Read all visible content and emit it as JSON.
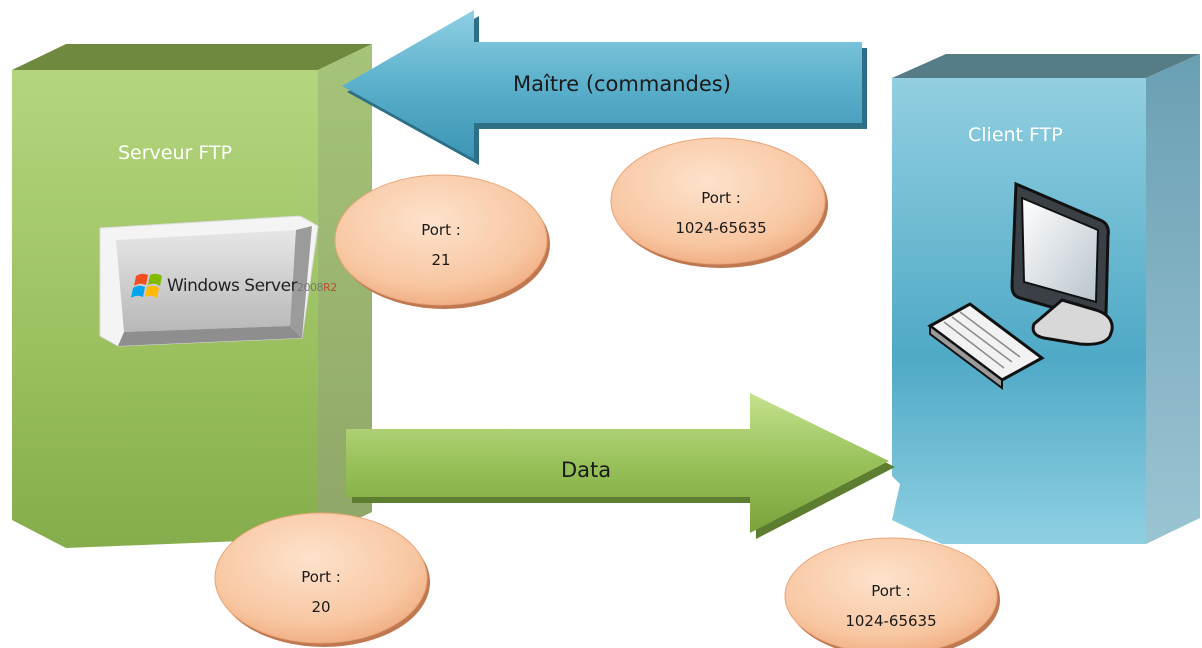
{
  "server": {
    "title": "Serveur FTP",
    "product": {
      "name": "Windows Server",
      "version": "2008",
      "edition": "R2"
    },
    "color": "#9dc263"
  },
  "client": {
    "title": "Client FTP",
    "color": "#6fb8cf"
  },
  "arrows": {
    "command": {
      "label": "Maître (commandes)",
      "color": "#5aa8bf"
    },
    "data": {
      "label": "Data",
      "color": "#8cb54a"
    }
  },
  "ports": {
    "server_command": {
      "label": "Port :",
      "value": "21"
    },
    "client_command": {
      "label": "Port :",
      "value": "1024-65635"
    },
    "server_data": {
      "label": "Port :",
      "value": "20"
    },
    "client_data": {
      "label": "Port :",
      "value": "1024-65635"
    }
  },
  "icons": [
    "windows-logo-icon",
    "computer-monitor-icon",
    "keyboard-icon"
  ]
}
